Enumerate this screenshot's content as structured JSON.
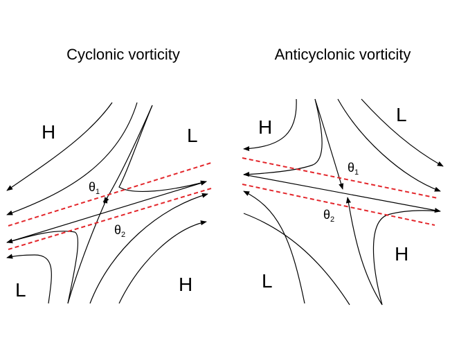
{
  "titles": {
    "cyclonic": "Cyclonic vorticity",
    "anticyclonic": "Anticyclonic vorticity"
  },
  "labels": {
    "cyclonic": {
      "top_left": "H",
      "top_right": "L",
      "bottom_left": "L",
      "bottom_right": "H"
    },
    "anticyclonic": {
      "top_left": "H",
      "top_right": "L",
      "bottom_left": "L",
      "bottom_right": "H"
    }
  },
  "theta": {
    "symbol": "θ",
    "sub1": "1",
    "sub2": "2"
  },
  "colors": {
    "streamline": "#000000",
    "isentrope_dashed": "#e3262b",
    "background": "#ffffff"
  }
}
